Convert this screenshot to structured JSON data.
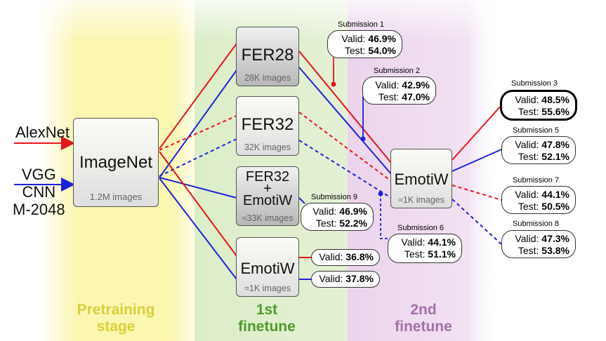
{
  "models": {
    "alexnet": "AlexNet",
    "vgg_cnn": "VGG\nCNN\nM-2048"
  },
  "stages": {
    "pretraining": "Pretraining\nstage",
    "first_finetune": "1st\nfinetune",
    "second_finetune": "2nd\nfinetune"
  },
  "datasets": {
    "imagenet": {
      "title": "ImageNet",
      "sub": "1.2M images"
    },
    "fer28": {
      "title": "FER28",
      "sub": "28K images"
    },
    "fer32": {
      "title": "FER32",
      "sub": "32K images"
    },
    "fer32_emotiw": {
      "title": "FER32\n+\nEmotiW",
      "sub": "≈33K images"
    },
    "emotiw_first": {
      "title": "EmotiW",
      "sub": "≈1K images"
    },
    "emotiw_second": {
      "title": "EmotiW",
      "sub": "≈1K images"
    }
  },
  "submissions": {
    "s1": {
      "title": "Submission 1",
      "valid_label": "Valid:",
      "valid": "46.9%",
      "test_label": "Test:",
      "test": "54.0%"
    },
    "s2": {
      "title": "Submission 2",
      "valid_label": "Valid:",
      "valid": "42.9%",
      "test_label": "Test:",
      "test": "47.0%"
    },
    "s3": {
      "title": "Submission 3",
      "valid_label": "Valid:",
      "valid": "48.5%",
      "test_label": "Test:",
      "test": "55.6%"
    },
    "s5": {
      "title": "Submission 5",
      "valid_label": "Valid:",
      "valid": "47.8%",
      "test_label": "Test:",
      "test": "52.1%"
    },
    "s6": {
      "title": "Submission 6",
      "valid_label": "Valid:",
      "valid": "44.1%",
      "test_label": "Test:",
      "test": "51.1%"
    },
    "s7": {
      "title": "Submission 7",
      "valid_label": "Valid:",
      "valid": "44.1%",
      "test_label": "Test:",
      "test": "50.5%"
    },
    "s8": {
      "title": "Submission 8",
      "valid_label": "Valid:",
      "valid": "47.3%",
      "test_label": "Test:",
      "test": "53.8%"
    },
    "s9": {
      "title": "Submission 9",
      "valid_label": "Valid:",
      "valid": "46.9%",
      "test_label": "Test:",
      "test": "52.2%"
    }
  },
  "emotiw_only": {
    "alexnet": {
      "valid_label": "Valid:",
      "valid": "36.8%"
    },
    "vgg": {
      "valid_label": "Valid:",
      "valid": "37.8%"
    }
  },
  "colors": {
    "alexnet_line": "#e8141b",
    "vgg_line": "#1c22d8",
    "pretraining_band": "#fbf6b0",
    "first_band": "#d9ecc5",
    "second_band": "#ecd6ec",
    "pretraining_text": "#d9cf3a",
    "first_text": "#4f9a2a",
    "second_text": "#a270a8"
  }
}
